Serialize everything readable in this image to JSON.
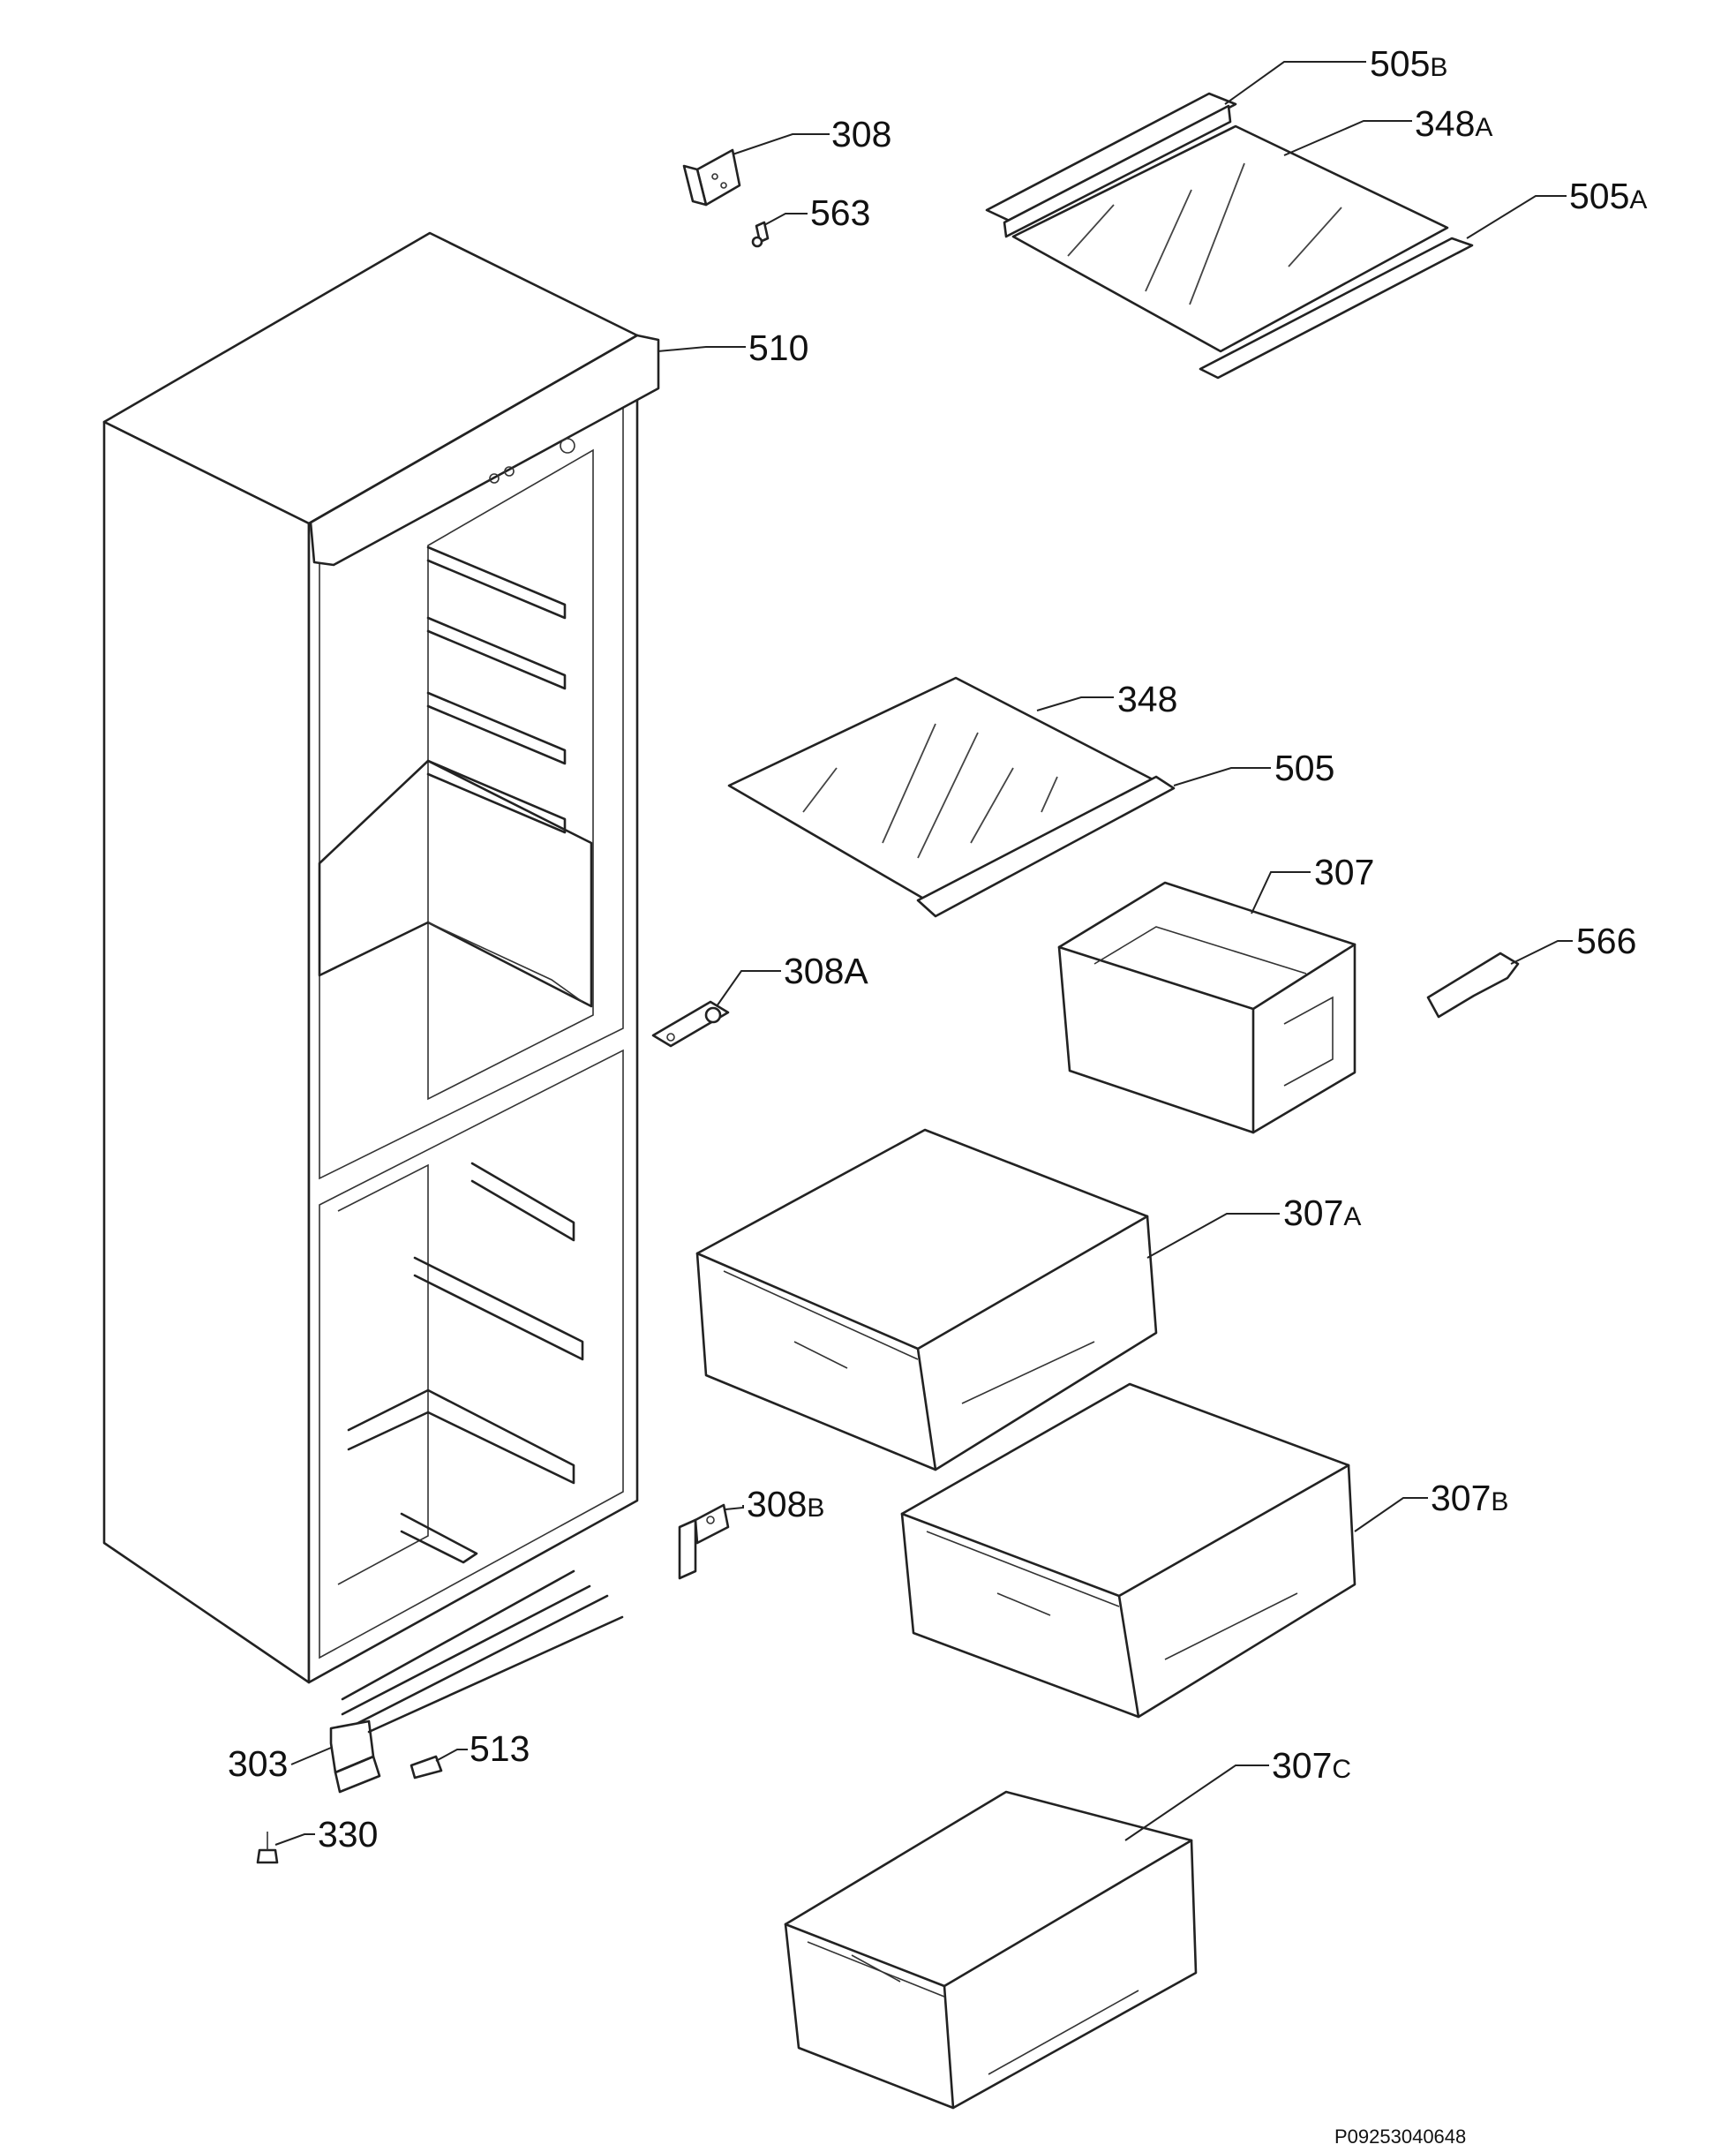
{
  "parts": [
    {
      "id": "308",
      "main": "308",
      "suffix": ""
    },
    {
      "id": "563",
      "main": "563",
      "suffix": ""
    },
    {
      "id": "505B",
      "main": "505",
      "suffix": "B"
    },
    {
      "id": "348A",
      "main": "348",
      "suffix": "A"
    },
    {
      "id": "505A",
      "main": "505",
      "suffix": "A"
    },
    {
      "id": "510",
      "main": "510",
      "suffix": ""
    },
    {
      "id": "348",
      "main": "348",
      "suffix": ""
    },
    {
      "id": "505",
      "main": "505",
      "suffix": ""
    },
    {
      "id": "307",
      "main": "307",
      "suffix": ""
    },
    {
      "id": "566",
      "main": "566",
      "suffix": ""
    },
    {
      "id": "308A",
      "main": "308A",
      "suffix": ""
    },
    {
      "id": "307A",
      "main": "307",
      "suffix": "A"
    },
    {
      "id": "307B",
      "main": "307",
      "suffix": "B"
    },
    {
      "id": "308B",
      "main": "308",
      "suffix": "B"
    },
    {
      "id": "303",
      "main": "303",
      "suffix": ""
    },
    {
      "id": "513",
      "main": "513",
      "suffix": ""
    },
    {
      "id": "330",
      "main": "330",
      "suffix": ""
    },
    {
      "id": "307C",
      "main": "307",
      "suffix": "C"
    }
  ],
  "document_id": "P09253040648"
}
